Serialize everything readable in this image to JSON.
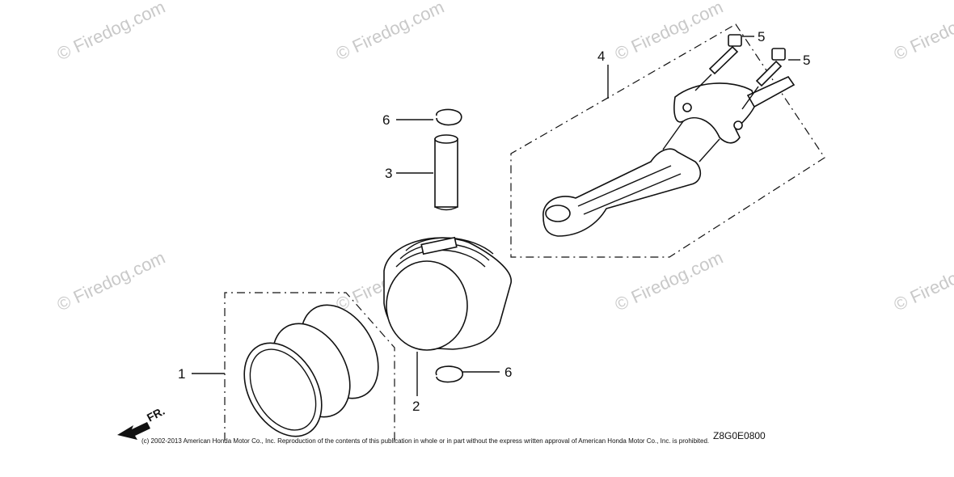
{
  "watermark_text": "© Firedog.com",
  "callouts": {
    "c1": "1",
    "c2": "2",
    "c3": "3",
    "c4": "4",
    "c5a": "5",
    "c5b": "5",
    "c6a": "6",
    "c6b": "6"
  },
  "direction_label": "FR.",
  "diagram_code": "Z8G0E0800",
  "copyright": "(c) 2002-2013 American Honda Motor Co., Inc. Reproduction of the contents of this publication in whole or in part without the express written approval of American Honda Motor Co., Inc. is prohibited."
}
